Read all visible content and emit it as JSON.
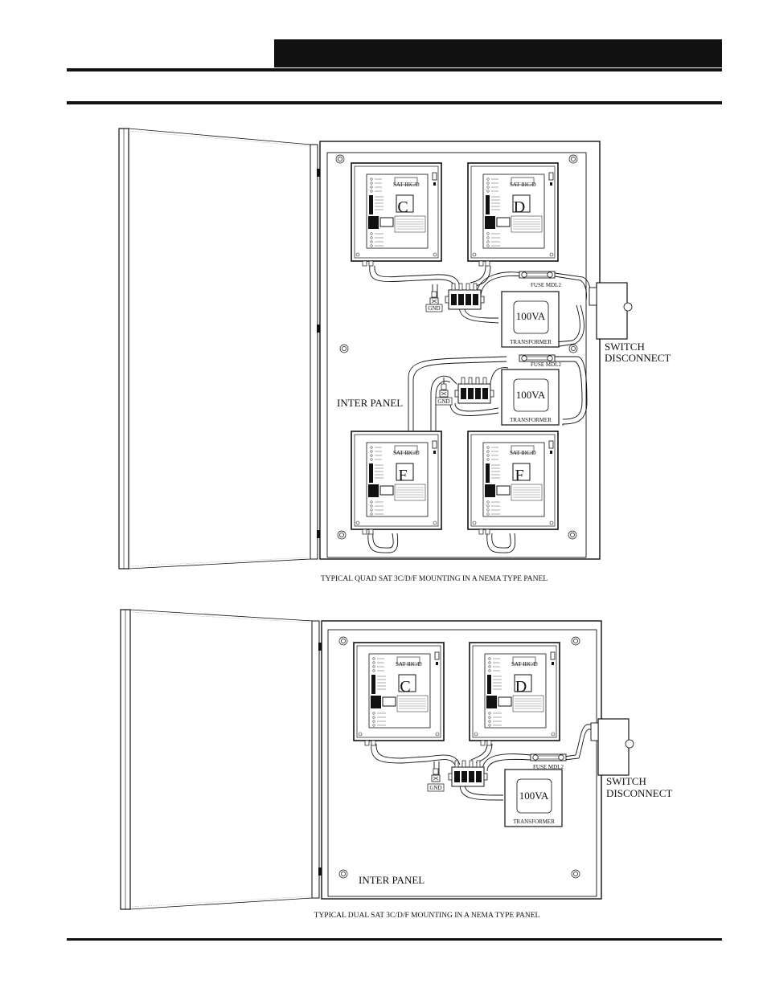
{
  "header": {
    "bar_color": "#111111"
  },
  "diagrams": [
    {
      "caption": "TYPICAL QUAD SAT 3C/D/F MOUNTING IN A NEMA TYPE PANEL",
      "modules": [
        {
          "title": "SAT IIIC/D",
          "letter": "C"
        },
        {
          "title": "SAT IIIC/D",
          "letter": "D"
        },
        {
          "title": "SAT IIIC/D",
          "letter": "F"
        },
        {
          "title": "SAT IIIC/D",
          "letter": "F"
        }
      ],
      "transformers": [
        {
          "rating": "100VA",
          "label": "TRANSFORMER"
        },
        {
          "rating": "100VA",
          "label": "TRANSFORMER"
        }
      ],
      "fuse_label": "FUSE MDL2",
      "gnd_label": "GND",
      "switch_line1": "SWITCH",
      "switch_line2": "DISCONNECT",
      "inter_panel_label": "INTER PANEL"
    },
    {
      "caption": "TYPICAL DUAL SAT 3C/D/F MOUNTING IN A NEMA TYPE PANEL",
      "modules": [
        {
          "title": "SAT IIIC/D",
          "letter": "C"
        },
        {
          "title": "SAT IIIC/D",
          "letter": "D"
        }
      ],
      "transformers": [
        {
          "rating": "100VA",
          "label": "TRANSFORMER"
        }
      ],
      "fuse_label": "FUSE MDL2",
      "gnd_label": "GND",
      "switch_line1": "SWITCH",
      "switch_line2": "DISCONNECT",
      "inter_panel_label": "INTER PANEL"
    }
  ]
}
